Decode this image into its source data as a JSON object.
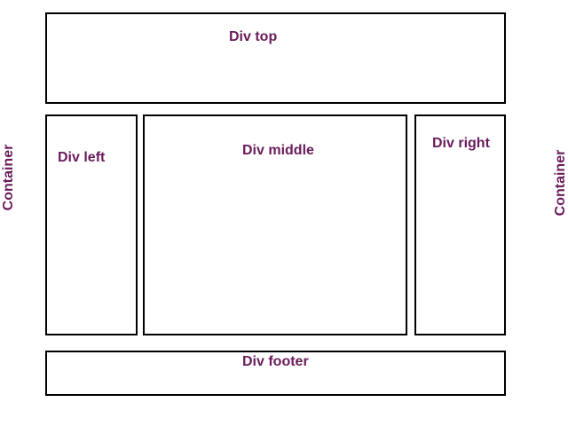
{
  "page": {
    "background_color": "#ffffff",
    "text_color": "#691b5b",
    "border_color": "#000000"
  },
  "container": {
    "left_label": "Container",
    "right_label": "Container"
  },
  "boxes": {
    "top": {
      "label": "Div top"
    },
    "left": {
      "label": "Div left"
    },
    "middle": {
      "label": "Div middle"
    },
    "right": {
      "label": "Div right"
    },
    "footer": {
      "label": "Div footer"
    }
  }
}
